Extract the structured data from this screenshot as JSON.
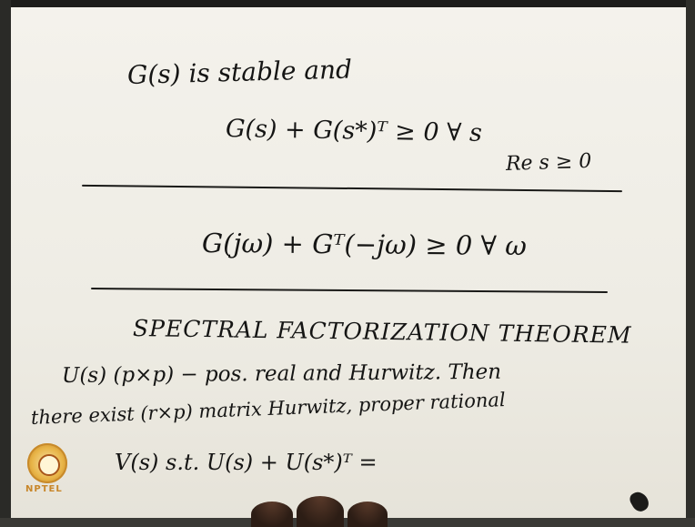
{
  "slide": {
    "lines": [
      "G(s)  is  stable  and",
      "G(s) + G(s*)ᵀ  ≥  0   ∀ s",
      "Re s ≥ 0",
      "G(jω) + Gᵀ(−jω)  ≥  0   ∀ ω",
      "SPECTRAL   FACTORIZATION   THEOREM",
      "U(s)  (p×p) − pos. real  and  Hurwitz.  Then",
      "there exist  (r×p) matrix  Hurwitz, proper rational",
      "V(s)     s.t.     U(s) + U(s*)ᵀ  ="
    ]
  },
  "logo": {
    "text": "NPTEL"
  },
  "colors": {
    "ink": "#151514",
    "board": "#f1efe8",
    "logo": "#e8b447"
  },
  "icons": {
    "logo": "nptel-logo-icon"
  }
}
